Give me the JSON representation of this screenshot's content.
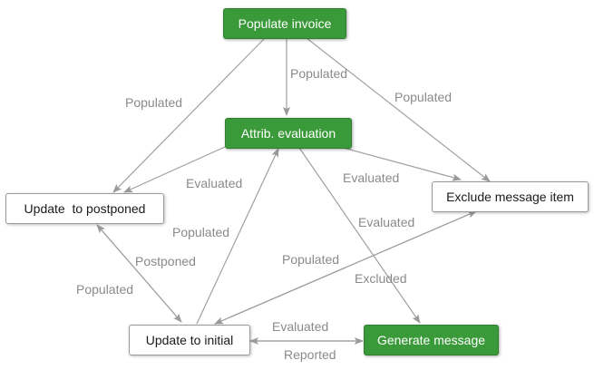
{
  "nodes": {
    "populate_invoice": {
      "label": "Populate invoice",
      "style": "green"
    },
    "attrib_evaluation": {
      "label": "Attrib. evaluation",
      "style": "green"
    },
    "update_postponed": {
      "label": "Update  to postponed",
      "style": "white"
    },
    "exclude_message_item": {
      "label": "Exclude message item",
      "style": "white"
    },
    "update_initial": {
      "label": "Update to initial",
      "style": "white"
    },
    "generate_message": {
      "label": "Generate message",
      "style": "green"
    }
  },
  "edges": [
    {
      "id": "e1",
      "from": "populate_invoice",
      "to": "attrib_evaluation",
      "label": "Populated"
    },
    {
      "id": "e2",
      "from": "populate_invoice",
      "to": "update_postponed",
      "label": "Populated"
    },
    {
      "id": "e3",
      "from": "populate_invoice",
      "to": "exclude_message_item",
      "label": "Populated"
    },
    {
      "id": "e4",
      "from": "attrib_evaluation",
      "to": "update_postponed",
      "label": "Evaluated"
    },
    {
      "id": "e5",
      "from": "attrib_evaluation",
      "to": "exclude_message_item",
      "label": "Evaluated"
    },
    {
      "id": "e6",
      "from": "attrib_evaluation",
      "to": "generate_message",
      "label": "Evaluated"
    },
    {
      "id": "e7",
      "from": "update_initial",
      "to": "attrib_evaluation",
      "label": "Populated"
    },
    {
      "id": "e8",
      "from": "update_postponed",
      "to": "update_initial",
      "label": "Postponed"
    },
    {
      "id": "e9",
      "from": "update_initial",
      "to": "update_postponed",
      "label": "Populated"
    },
    {
      "id": "e10",
      "from": "update_initial",
      "to": "exclude_message_item",
      "label": "Populated"
    },
    {
      "id": "e11",
      "from": "exclude_message_item",
      "to": "update_initial",
      "label": "Excluded"
    },
    {
      "id": "e12",
      "from": "generate_message",
      "to": "update_initial",
      "label": "Evaluated"
    },
    {
      "id": "e13",
      "from": "update_initial",
      "to": "generate_message",
      "label": "Reported"
    }
  ],
  "colors": {
    "green_node": "#3a9a3a",
    "edge": "#a0a0a0",
    "edge_label": "#8a8a8a"
  }
}
